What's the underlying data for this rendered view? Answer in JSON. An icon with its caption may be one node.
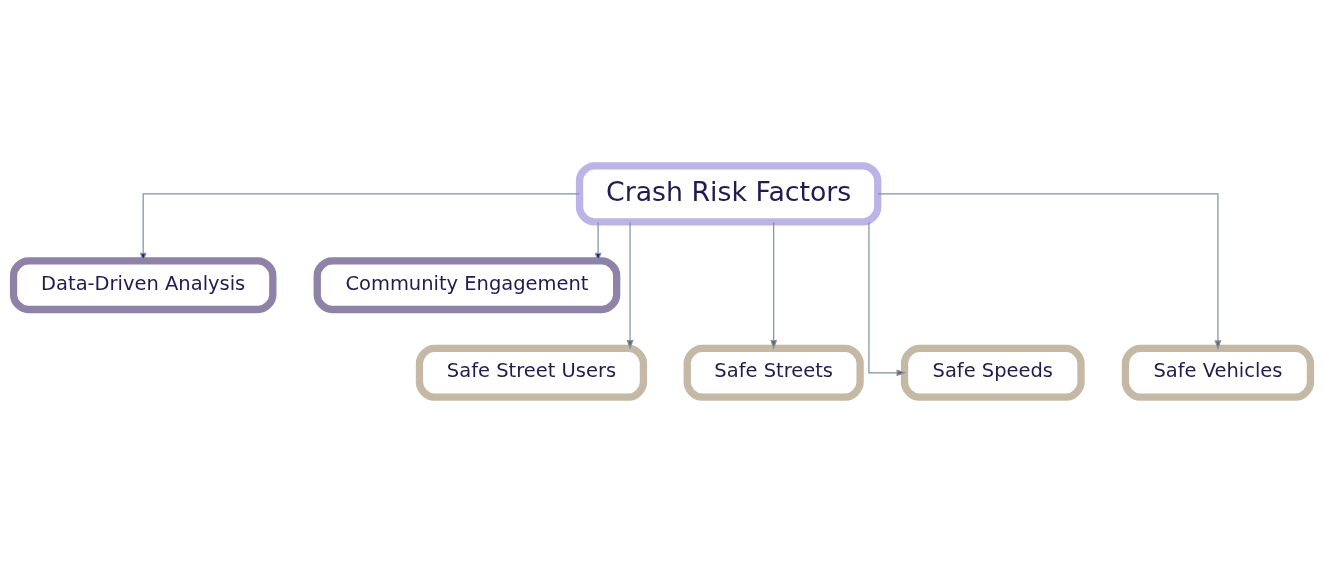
{
  "diagram": {
    "nodes": [
      {
        "text": [
          "Crash Risk Factors"
        ]
      },
      {
        "text": [
          "Data-Driven Analysis"
        ]
      },
      {
        "text": [
          "Community Engagement"
        ]
      },
      {
        "text": [
          "Safe Street Users"
        ]
      },
      {
        "text": [
          "Safe Streets"
        ]
      },
      {
        "text": [
          "Safe Speeds"
        ]
      },
      {
        "text": [
          "Safe Vehicles"
        ]
      }
    ],
    "edges": [
      {
        "from": 0,
        "to": 1,
        "arrow": "to"
      },
      {
        "from": 0,
        "to": 2,
        "arrow": "to"
      },
      {
        "from": 0,
        "to": 3,
        "arrow": "to"
      },
      {
        "from": 0,
        "to": 4,
        "arrow": "to"
      },
      {
        "from": 0,
        "to": 5,
        "arrow": "to"
      },
      {
        "from": 0,
        "to": 6,
        "arrow": "to"
      }
    ]
  }
}
